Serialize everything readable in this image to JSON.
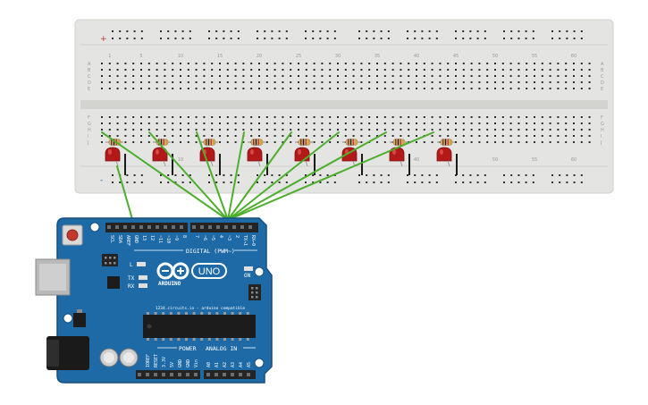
{
  "colors": {
    "breadboard": "#e4e4e2",
    "breadboard_trench": "#d3d3d0",
    "hole": "#2f2f2f",
    "rail_plus": "#c0392b",
    "rail_minus": "#2f5fa8",
    "wire_green": "#4caf2b",
    "wire_black": "#1a1a1a",
    "led_red": "#b31919",
    "resistor_body": "#d8b27a",
    "arduino_blue": "#1e6aa7",
    "arduino_dark": "#154f80",
    "chip": "#1c1c1c",
    "header": "#242424"
  },
  "breadboard": {
    "column_numbers": [
      "1",
      "5",
      "10",
      "15",
      "20",
      "25",
      "30",
      "35",
      "40",
      "45",
      "50",
      "55",
      "60"
    ],
    "lower_column_numbers": [
      "10",
      "40",
      "50",
      "55",
      "60"
    ],
    "row_letters_top": [
      "A",
      "B",
      "C",
      "D",
      "E"
    ],
    "row_letters_bottom": [
      "F",
      "G",
      "H",
      "I",
      "J"
    ],
    "rail_signs": [
      "+",
      "-"
    ]
  },
  "leds": {
    "count": 8,
    "icon": "led-icon"
  },
  "arduino": {
    "logo_text": "ARDUINO",
    "model_badge": "UNO",
    "digital_label": "DIGITAL (PWM~)",
    "website": "1234.circuits.io - arduino compatible",
    "on_label": "ON",
    "led_l_label": "L",
    "tx_label": "TX",
    "rx_label": "RX",
    "power_label": "POWER",
    "analog_label": "ANALOG IN",
    "top_pin_labels": [
      "SCL",
      "SDA",
      "AREF",
      "GND",
      "13",
      "12",
      "~11",
      "~10",
      "~9",
      "8",
      "7",
      "~6",
      "~5",
      "4",
      "~3",
      "2",
      "TX→1",
      "RX←0"
    ],
    "power_pin_labels": [
      "IOREF",
      "RESET",
      "3.3V",
      "5V",
      "GND",
      "GND",
      "Vin"
    ],
    "analog_pin_labels": [
      "A0",
      "A1",
      "A2",
      "A3",
      "A4",
      "A5"
    ]
  }
}
